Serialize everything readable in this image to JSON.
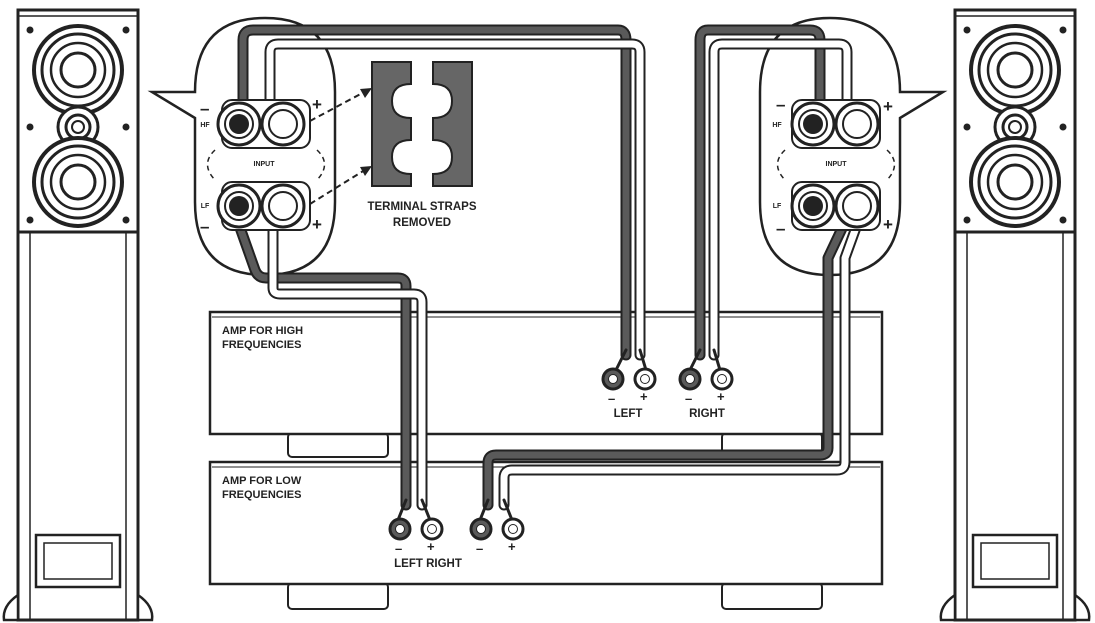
{
  "labels": {
    "strap_line1": "TERMINAL STRAPS",
    "strap_line2": "REMOVED",
    "amp_high_line1": "AMP FOR HIGH",
    "amp_high_line2": "FREQUENCIES",
    "amp_low_line1": "AMP FOR LOW",
    "amp_low_line2": "FREQUENCIES",
    "high_left": "LEFT",
    "high_right": "RIGHT",
    "low_left_right": "LEFT RIGHT",
    "input": "INPUT",
    "hf": "HF",
    "lf": "LF",
    "minus": "–",
    "plus": "+"
  },
  "colors": {
    "ink": "#222222",
    "wire_dark": "#5a5a5a",
    "wire_light": "#ffffff",
    "strap": "#666666"
  }
}
